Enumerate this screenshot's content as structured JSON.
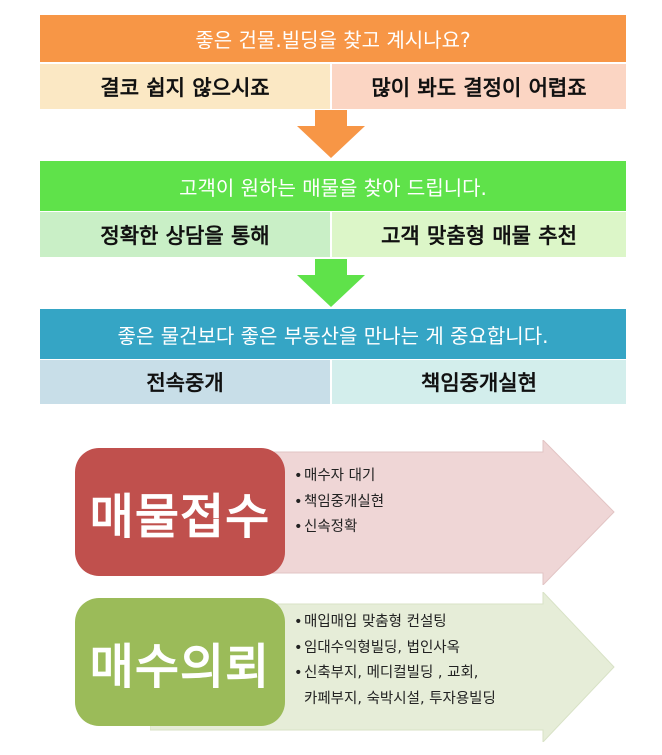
{
  "step1": {
    "title": "좋은 건물.빌딩을 찾고 계시나요?",
    "left": "결코 쉽지 않으시죠",
    "right": "많이 봐도 결정이 어렵죠"
  },
  "step2": {
    "title": "고객이 원하는 매물을 찾아 드립니다.",
    "left": "정확한 상담을 통해",
    "right": "고객 맞춤형 매물 추천"
  },
  "step3": {
    "title": "좋은 물건보다 좋은 부동산을 만나는 게 중요합니다.",
    "left": "전속중개",
    "right": "책임중개실현"
  },
  "listing": {
    "label": "매물접수",
    "items": [
      "매수자 대기",
      "책임중개실현",
      "신속정확"
    ]
  },
  "purchase": {
    "label": "매수의뢰",
    "items": [
      "매입매입 맞춤형 컨설팅",
      "임대수익형빌딩, 법인사옥",
      "신축부지, 메디컬빌딩 , 교회,"
    ],
    "items_continued": "카페부지, 숙박시설, 투자용빌딩"
  },
  "colors": {
    "orange": "#F79646",
    "green": "#5FE24A",
    "blue": "#35A5C5",
    "listing_box": "#C0504D",
    "purchase_box": "#9BBB59"
  }
}
